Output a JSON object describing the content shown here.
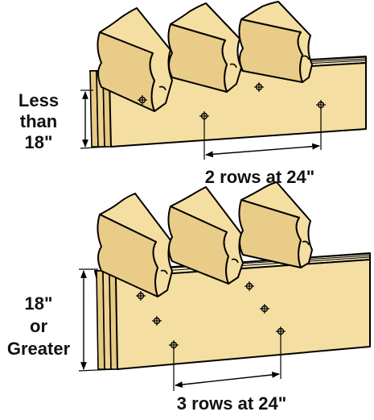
{
  "colors": {
    "wood_face": "#F4DEA1",
    "wood_top": "#FBEFC7",
    "wood_side": "#E6C983",
    "joist_face": "#F4DEA1",
    "joist_side": "#E2C378",
    "outline": "#000000",
    "text": "#111111"
  },
  "top_diagram": {
    "height_label_lines": [
      "Less",
      "than",
      "18\""
    ],
    "spacing_label": "2 rows at 24\""
  },
  "bottom_diagram": {
    "height_label_lines": [
      "18\"",
      "or",
      "Greater"
    ],
    "spacing_label": "3 rows at 24\""
  },
  "icons": [
    "bolt-marker-icon",
    "dimension-arrow-icon"
  ]
}
